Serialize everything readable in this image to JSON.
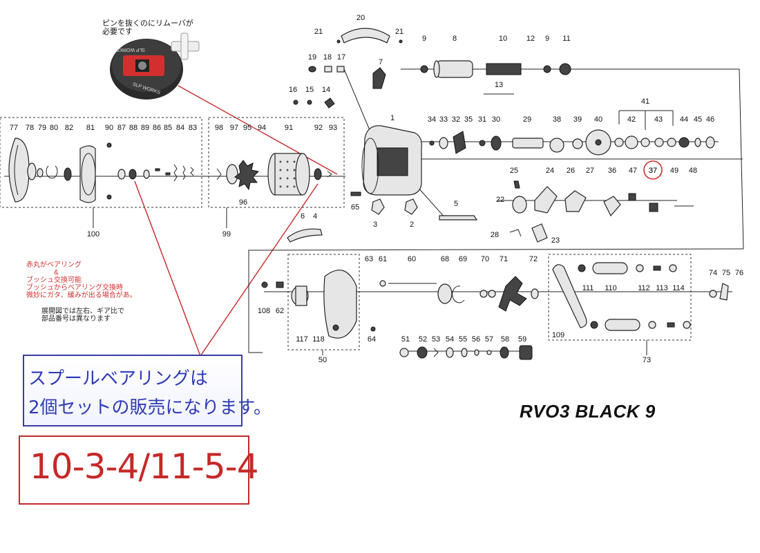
{
  "model_title": "RVO3 BLACK 9",
  "tool_note": [
    "ピンを抜くのにリムーバが",
    "必要です"
  ],
  "tool_brand": "SLP WORKS",
  "red_notes": [
    "赤丸がベアリング",
    "&",
    "ブッシュ交換可能",
    "ブッシュからベアリング交換時",
    "微妙にガタ、緩みが出る場合があ。"
  ],
  "black_notes": [
    "展開図では左右、ギア比で",
    "部品番号は異なります"
  ],
  "spool_note": [
    "スプールベアリングは",
    "2個セットの販売になります。"
  ],
  "bearing_code": "10-3-4/11-5-4",
  "highlighted_part": "37",
  "group_labels": [
    "100",
    "99",
    "96",
    "50",
    "73"
  ],
  "part_numbers": [
    "20",
    "21",
    "21",
    "7",
    "19",
    "18",
    "17",
    "9",
    "8",
    "10",
    "12",
    "9",
    "11",
    "13",
    "16",
    "15",
    "14",
    "1",
    "34",
    "33",
    "35",
    "32",
    "31",
    "30",
    "29",
    "38",
    "39",
    "40",
    "41",
    "42",
    "43",
    "44",
    "45",
    "46",
    "77",
    "78",
    "79",
    "80",
    "82",
    "81",
    "90",
    "87",
    "88",
    "89",
    "86",
    "85",
    "84",
    "83",
    "98",
    "97",
    "95",
    "94",
    "91",
    "92",
    "93",
    "65",
    "3",
    "2",
    "5",
    "6",
    "4",
    "25",
    "24",
    "22",
    "26",
    "27",
    "36",
    "47",
    "37",
    "49",
    "48",
    "28",
    "23",
    "63",
    "61",
    "60",
    "68",
    "69",
    "70",
    "71",
    "72",
    "108",
    "62",
    "117",
    "118",
    "64",
    "111",
    "110",
    "112",
    "113",
    "114",
    "109",
    "74",
    "75",
    "76",
    "51",
    "52",
    "53",
    "54",
    "55",
    "56",
    "57",
    "58",
    "59"
  ]
}
